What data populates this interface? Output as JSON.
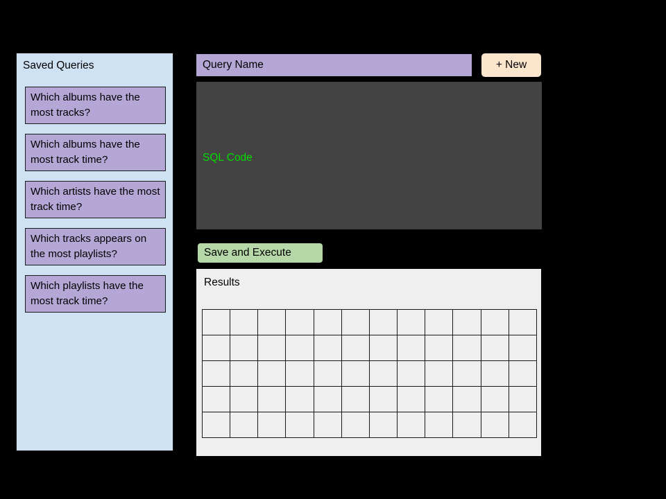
{
  "sidebar": {
    "title": "Saved Queries",
    "items": [
      {
        "label": "Which albums have the most tracks?"
      },
      {
        "label": "Which albums have the most track time?"
      },
      {
        "label": "Which artists have the most track time?"
      },
      {
        "label": "Which tracks appears on the most playlists?"
      },
      {
        "label": "Which playlists have the most track time?"
      }
    ]
  },
  "editor": {
    "query_name_value": "Query Name",
    "new_button_label": "+ New",
    "sql_code_placeholder": "SQL Code",
    "save_execute_label": "Save and Execute"
  },
  "results": {
    "title": "Results",
    "columns": 12,
    "rows": 5,
    "cells": [
      [
        "",
        "",
        "",
        "",
        "",
        "",
        "",
        "",
        "",
        "",
        "",
        ""
      ],
      [
        "",
        "",
        "",
        "",
        "",
        "",
        "",
        "",
        "",
        "",
        "",
        ""
      ],
      [
        "",
        "",
        "",
        "",
        "",
        "",
        "",
        "",
        "",
        "",
        "",
        ""
      ],
      [
        "",
        "",
        "",
        "",
        "",
        "",
        "",
        "",
        "",
        "",
        "",
        ""
      ],
      [
        "",
        "",
        "",
        "",
        "",
        "",
        "",
        "",
        "",
        "",
        "",
        ""
      ]
    ]
  },
  "colors": {
    "sidebar_background": "#cfe2f3",
    "query_item": "#b4a7d6",
    "query_name_field": "#b4a7d6",
    "new_button": "#fce5cd",
    "sql_editor_background": "#434343",
    "sql_code_text": "#00dd00",
    "save_execute_button": "#b6d7a8",
    "results_background": "#efefef",
    "page_background": "#000000",
    "border": "#1a1a1a"
  }
}
